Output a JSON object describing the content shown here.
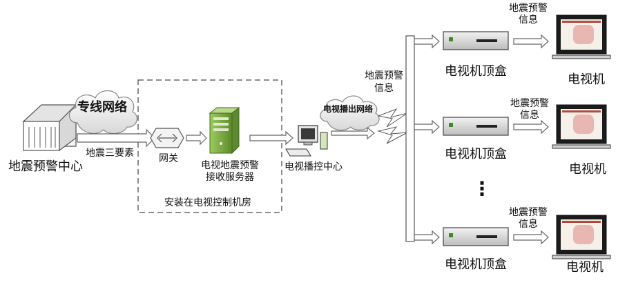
{
  "labels": {
    "earthquake_center": "地震预警中心",
    "dedicated_network": "专线网络",
    "earthquake_three_elements": "地震三要素",
    "gateway": "网关",
    "receiver_server_line1": "电视地震预警",
    "receiver_server_line2": "接收服务器",
    "installed_in_room": "安装在电视控制机房",
    "broadcast_center": "电视播控中心",
    "broadcast_network": "电视播出网络",
    "warning_info_line1": "地震预警",
    "warning_info_line2": "信息",
    "set_top_box": "电视机顶盒",
    "tv": "电视机",
    "ellipsis": "⋮"
  },
  "icons": {
    "building": "building-icon",
    "cloud": "cloud-icon",
    "router": "router-icon",
    "server": "server-icon",
    "computer": "computer-icon",
    "set_top_box": "set-top-box-icon",
    "tv": "tv-monitor-icon"
  },
  "colors": {
    "line": "#555555",
    "dashed_box": "#666666",
    "server_green": "#7fae4a",
    "screen_map": "#e9b7b2"
  }
}
